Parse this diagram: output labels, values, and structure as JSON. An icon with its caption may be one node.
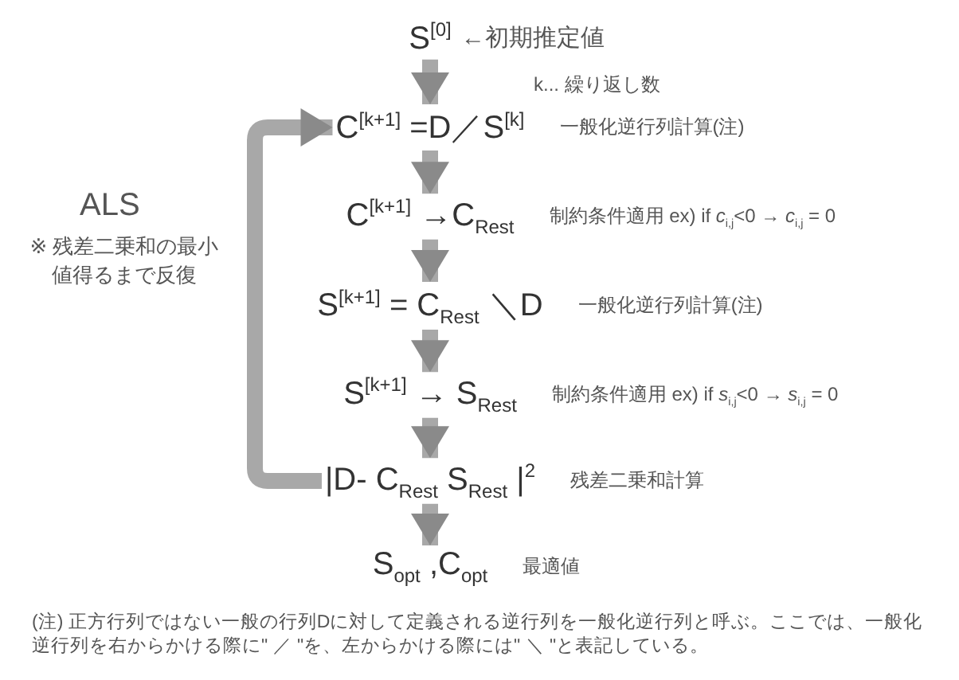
{
  "diagram": {
    "nodes": [
      {
        "text": [
          "S$^{[0]}$"
        ],
        "beside": [
          "←初期推定値"
        ]
      },
      {
        "text": [
          "C$^{[k+1]}$ =D／S$^{[k]}$"
        ],
        "beside": [
          "一般化逆行列計算(注)"
        ]
      },
      {
        "text": [
          "C$^{[k+1]}$ →C$_{Rest}$"
        ],
        "beside": [
          "制約条件適用 ex) if *c*$_{i,j}$<0 → *c*$_{i,j}$ = 0"
        ]
      },
      {
        "text": [
          "S$^{[k+1]}$ = C$_{Rest}$ ＼D"
        ],
        "beside": [
          "一般化逆行列計算(注)"
        ]
      },
      {
        "text": [
          "S$^{[k+1]}$ → S$_{Rest}$"
        ],
        "beside": [
          "制約条件適用 ex) if *s*$_{i,j}$<0 → *s*$_{i,j}$ = 0"
        ]
      },
      {
        "text": [
          "|D- C$_{Rest}$ S$_{Rest}$ |$^{2}$"
        ],
        "beside": [
          "残差二乗和計算"
        ]
      },
      {
        "text": [
          "S$_{opt}$ ,C$_{opt}$"
        ],
        "beside": [
          "最適値"
        ]
      }
    ],
    "edges": [
      {
        "from": 0,
        "to": 1,
        "arrow": "to"
      },
      {
        "from": 1,
        "to": 2,
        "arrow": "to"
      },
      {
        "from": 2,
        "to": 3,
        "arrow": "to"
      },
      {
        "from": 3,
        "to": 4,
        "arrow": "to"
      },
      {
        "from": 4,
        "to": 5,
        "arrow": "to"
      },
      {
        "from": 5,
        "to": 6,
        "arrow": "to"
      },
      {
        "from": 5,
        "to": 1,
        "arrow": "to"
      }
    ],
    "labels": [
      "k... 繰り返し数",
      "ALS",
      "※ 残差二乗和の最小値得るまで反復",
      "(注) 正方行列ではない一般の行列Dに対して定義される逆行列を一般化逆行列と呼ぶ。ここでは、一般化逆行列を右からかける際に\" ／ \"を、左からかける際には\" ＼ \"と表記している。"
    ]
  }
}
